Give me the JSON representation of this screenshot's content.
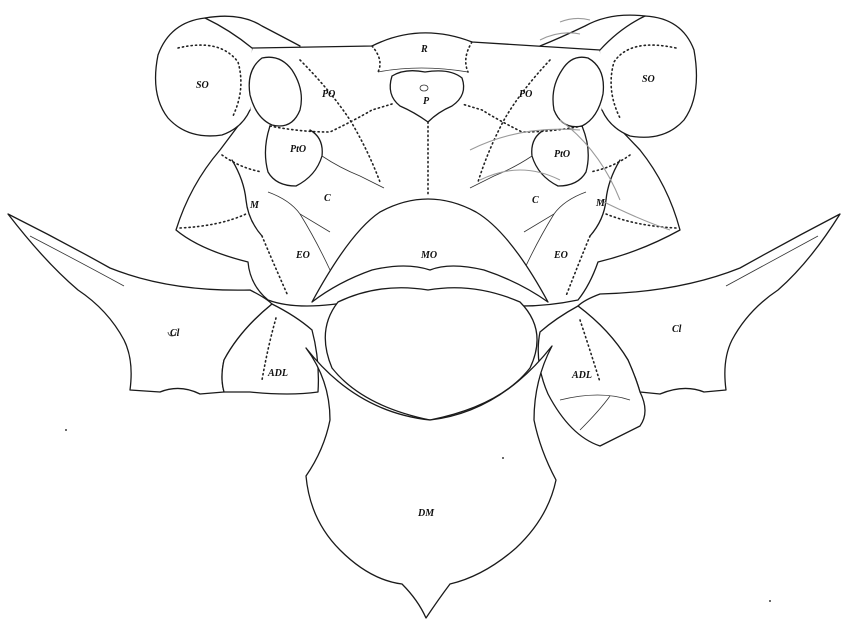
{
  "labels": {
    "r": "R",
    "p": "P",
    "so_left": "SO",
    "so_right": "SO",
    "po_left": "PO",
    "po_right": "PO",
    "pto_left": "PtO",
    "pto_right": "PtO",
    "c_left": "C",
    "c_right": "C",
    "m_left": "M",
    "m_right": "M",
    "eo_left": "EO",
    "eo_right": "EO",
    "mo": "MO",
    "cl_left": "Cl",
    "cl_right": "Cl",
    "adl_left": "ADL",
    "adl_right": "ADL",
    "dm": "DM"
  }
}
